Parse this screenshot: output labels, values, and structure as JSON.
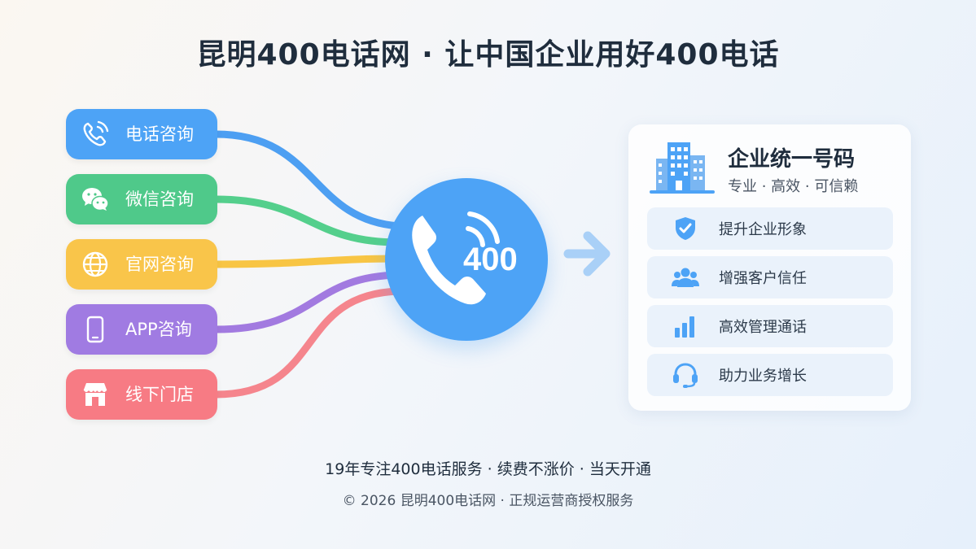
{
  "title": "昆明400电话网 · 让中国企业用好400电话",
  "channels": [
    {
      "label": "电话咨询",
      "icon": "phone-ringing-icon",
      "color": "#4da3f6",
      "line": "#4d9ff2"
    },
    {
      "label": "微信咨询",
      "icon": "wechat-icon",
      "color": "#4fc98a",
      "line": "#54cf8c"
    },
    {
      "label": "官网咨询",
      "icon": "globe-icon",
      "color": "#f9c54a",
      "line": "#f8c544"
    },
    {
      "label": "APP咨询",
      "icon": "mobile-phone-icon",
      "color": "#a07be2",
      "line": "#a27ae0"
    },
    {
      "label": "线下门店",
      "icon": "storefront-icon",
      "color": "#f77b84",
      "line": "#f5858d"
    }
  ],
  "hub": {
    "text": "400",
    "icon": "phone-handset-icon",
    "color": "#4da3f6"
  },
  "arrow": {
    "icon": "arrow-right-icon",
    "color": "#a9d0f7"
  },
  "panel": {
    "icon": "office-building-icon",
    "title": "企业统一号码",
    "subtitle": "专业 · 高效 · 可信赖",
    "benefits": [
      {
        "label": "提升企业形象",
        "icon": "shield-check-icon"
      },
      {
        "label": "增强客户信任",
        "icon": "people-group-icon"
      },
      {
        "label": "高效管理通话",
        "icon": "bar-chart-icon"
      },
      {
        "label": "助力业务增长",
        "icon": "headset-icon"
      }
    ]
  },
  "footer": {
    "line1": "19年专注400电话服务 · 续费不涨价 · 当天开通",
    "line2": "© 2026 昆明400电话网 · 正规运营商授权服务"
  }
}
